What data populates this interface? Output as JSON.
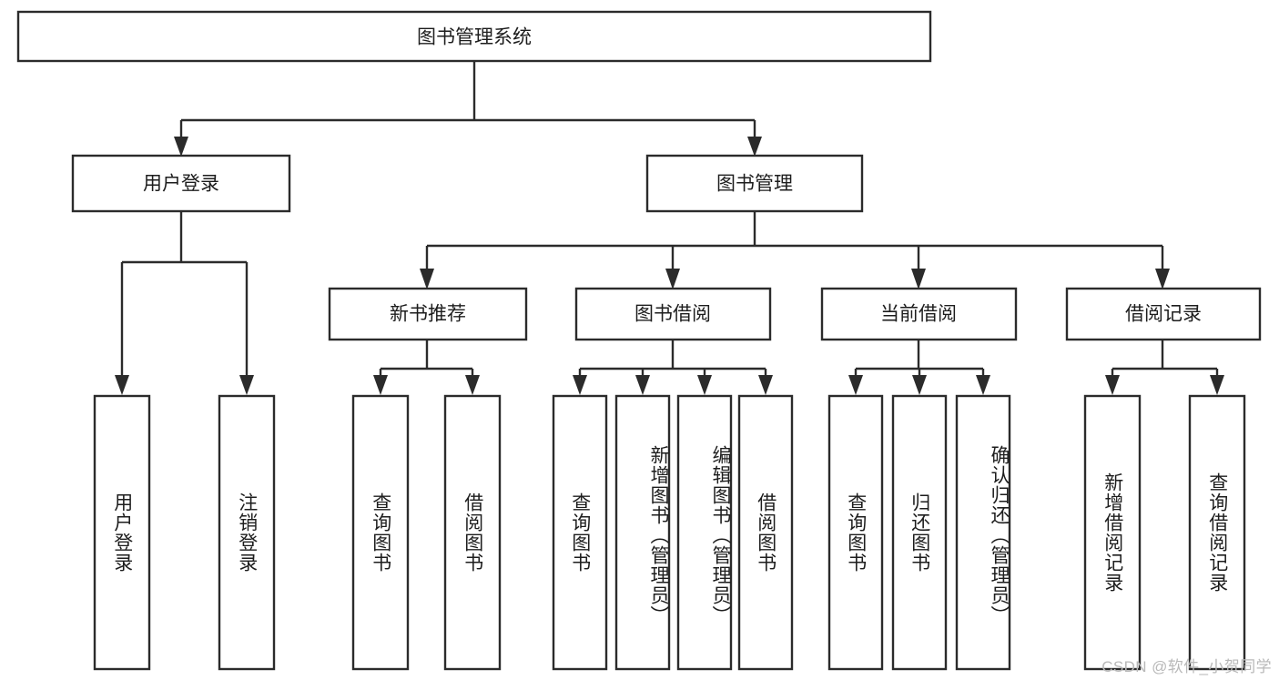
{
  "diagram": {
    "title": "图书管理系统",
    "type": "hierarchy-tree",
    "watermark": "CSDN @软件_小贺同学",
    "colors": {
      "stroke": "#2b2b2b",
      "fill": "#ffffff",
      "text": "#1d1d1d",
      "watermark": "#b9b9b9"
    },
    "root": {
      "label": "图书管理系统"
    },
    "level2": [
      {
        "label": "用户登录"
      },
      {
        "label": "图书管理"
      }
    ],
    "level3": [
      {
        "label": "新书推荐"
      },
      {
        "label": "图书借阅"
      },
      {
        "label": "当前借阅"
      },
      {
        "label": "借阅记录"
      }
    ],
    "leaves": {
      "user_login": [
        {
          "label": "用户登录"
        },
        {
          "label": "注销登录"
        }
      ],
      "new_book_recommend": [
        {
          "label": "查询图书"
        },
        {
          "label": "借阅图书"
        }
      ],
      "book_borrow": [
        {
          "label": "查询图书"
        },
        {
          "label": "新增图书（管理员）"
        },
        {
          "label": "编辑图书（管理员）"
        },
        {
          "label": "借阅图书"
        }
      ],
      "current_borrow": [
        {
          "label": "查询图书"
        },
        {
          "label": "归还图书"
        },
        {
          "label": "确认归还（管理员）"
        }
      ],
      "borrow_record": [
        {
          "label": "新增借阅记录"
        },
        {
          "label": "查询借阅记录"
        }
      ]
    }
  }
}
